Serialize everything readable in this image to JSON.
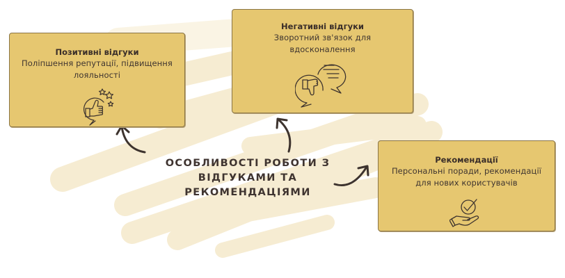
{
  "center_title": {
    "line1": "ОСОБЛИВОСТІ РОБОТИ З",
    "line2": "ВІДГУКАМИ ТА",
    "line3": "РЕКОМЕНДАЦІЯМИ"
  },
  "cards": [
    {
      "title": "Позитивні відгуки",
      "desc_line1": "Поліпшення репутації, підвищення",
      "desc_line2": "лояльності",
      "icon": "thumbs-up-speech-bubble-stars-icon"
    },
    {
      "title": "Негативні відгуки",
      "desc_line1": "Зворотний зв'язок для",
      "desc_line2": "вдосконалення",
      "icon": "thumbs-down-speech-bubbles-icon"
    },
    {
      "title": "Рекомендації",
      "desc_line1": "Персональні поради, рекомендації",
      "desc_line2": "для нових користувачів",
      "icon": "hand-with-checkmark-icon"
    }
  ],
  "colors": {
    "card_fill": "#e6c770",
    "card_border": "#8a7546",
    "brush_stroke": "#f6ecd2",
    "text_dark": "#3f3430",
    "background": "#ffffff"
  }
}
